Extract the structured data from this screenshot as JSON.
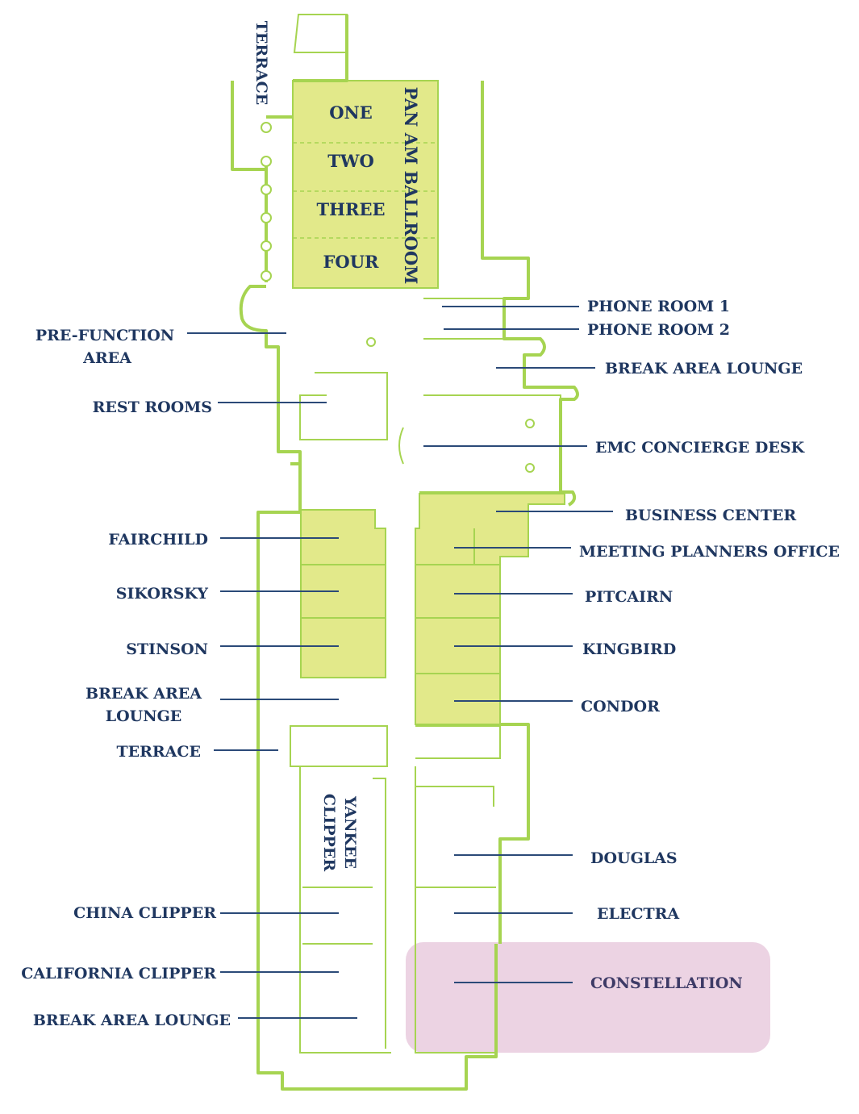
{
  "colors": {
    "walls": "#a6d451",
    "rooms": "#e2e98a",
    "text": "#1f3760",
    "highlight": "#d9a8c8"
  },
  "ballroom": {
    "name": "PAN AM BALLROOM",
    "sections": [
      "ONE",
      "TWO",
      "THREE",
      "FOUR"
    ]
  },
  "yankee_clipper": [
    "YANKEE",
    "CLIPPER"
  ],
  "left_labels": {
    "terrace_top": "TERRACE",
    "pre_function": [
      "PRE-FUNCTION",
      "AREA"
    ],
    "rest_rooms": "REST ROOMS",
    "fairchild": "FAIRCHILD",
    "sikorsky": "SIKORSKY",
    "stinson": "STINSON",
    "break_area_mid": [
      "BREAK AREA",
      "LOUNGE"
    ],
    "terrace": "TERRACE",
    "china_clipper": "CHINA CLIPPER",
    "california_clipper": "CALIFORNIA CLIPPER",
    "break_area_bottom": "BREAK AREA LOUNGE"
  },
  "right_labels": {
    "phone_room_1": "PHONE ROOM 1",
    "phone_room_2": "PHONE ROOM 2",
    "break_area_top": "BREAK AREA LOUNGE",
    "concierge": "EMC CONCIERGE DESK",
    "business_center": "BUSINESS CENTER",
    "meeting_planners": "MEETING PLANNERS OFFICE",
    "pitcairn": "PITCAIRN",
    "kingbird": "KINGBIRD",
    "condor": "CONDOR",
    "douglas": "DOUGLAS",
    "electra": "ELECTRA",
    "constellation": "CONSTELLATION"
  },
  "highlighted_room": "CONSTELLATION"
}
